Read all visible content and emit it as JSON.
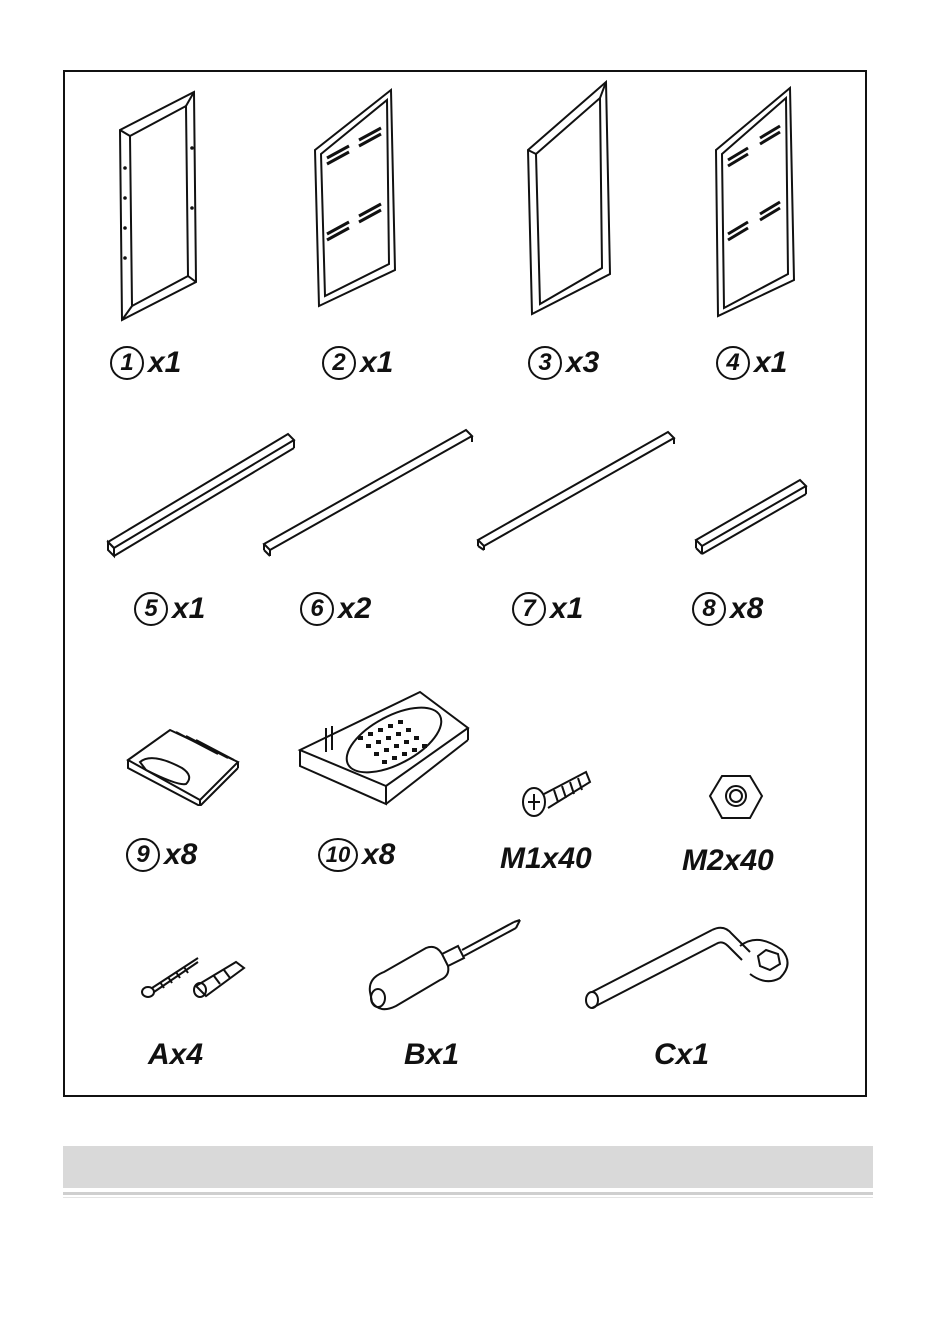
{
  "parts": [
    {
      "id": "part-1",
      "num": "1",
      "qty": "x1"
    },
    {
      "id": "part-2",
      "num": "2",
      "qty": "x1"
    },
    {
      "id": "part-3",
      "num": "3",
      "qty": "x3"
    },
    {
      "id": "part-4",
      "num": "4",
      "qty": "x1"
    },
    {
      "id": "part-5",
      "num": "5",
      "qty": "x1"
    },
    {
      "id": "part-6",
      "num": "6",
      "qty": "x2"
    },
    {
      "id": "part-7",
      "num": "7",
      "qty": "x1"
    },
    {
      "id": "part-8",
      "num": "8",
      "qty": "x8"
    },
    {
      "id": "part-9",
      "num": "9",
      "qty": "x8"
    },
    {
      "id": "part-10",
      "num": "10",
      "qty": "x8"
    }
  ],
  "hardware": [
    {
      "id": "m1",
      "label": "M1x40"
    },
    {
      "id": "m2",
      "label": "M2x40"
    },
    {
      "id": "a",
      "label": "Ax4"
    },
    {
      "id": "b",
      "label": "Bx1"
    },
    {
      "id": "c",
      "label": "Cx1"
    }
  ],
  "colors": {
    "line": "#111111",
    "bar": "#d9d9d9"
  }
}
